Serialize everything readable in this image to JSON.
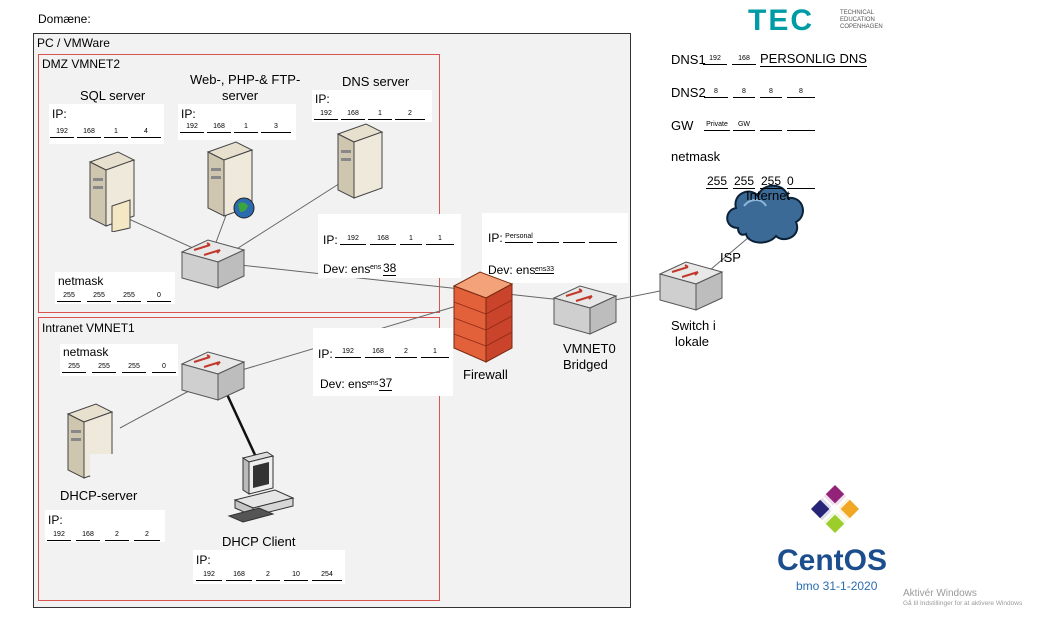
{
  "domain_label": "Domæne:",
  "pc_label": "PC / VMWare",
  "dmz": {
    "title": "DMZ VMNET2",
    "sql": {
      "title": "SQL server",
      "ip_label": "IP:",
      "ip": [
        "192",
        "168",
        "1",
        "4"
      ]
    },
    "web": {
      "title_line1": "Web-, PHP-& FTP-",
      "title_line2": "server",
      "ip_label": "IP:",
      "ip": [
        "192",
        "168",
        "1",
        "3"
      ]
    },
    "dns": {
      "title": "DNS server",
      "ip_label": "IP:",
      "ip": [
        "192",
        "168",
        "1",
        "2"
      ]
    },
    "netmask": {
      "label": "netmask",
      "value": [
        "255",
        "255",
        "255",
        "0"
      ]
    },
    "gateway": {
      "ip_label": "IP:",
      "ip": [
        "192",
        "168",
        "1",
        "1"
      ],
      "dev_label": "Dev: ens",
      "dev_small": "ens",
      "dev_num": "38"
    }
  },
  "intranet": {
    "title": "Intranet VMNET1",
    "netmask": {
      "label": "netmask",
      "value": [
        "255",
        "255",
        "255",
        "0"
      ]
    },
    "gateway": {
      "ip_label": "IP:",
      "ip": [
        "192",
        "168",
        "2",
        "1"
      ],
      "dev_label": "Dev: ens",
      "dev_small": "ens",
      "dev_num": "37"
    },
    "dhcp_server": {
      "title": "DHCP-server",
      "ip_label": "IP:",
      "ip": [
        "192",
        "168",
        "2",
        "2"
      ]
    },
    "dhcp_client": {
      "title": "DHCP Client",
      "ip_label": "IP:",
      "ip": [
        "192",
        "168",
        "2",
        "10",
        "254"
      ]
    }
  },
  "external": {
    "ip_label": "IP:",
    "ip_first": "Personal",
    "dev_label": "Dev: ens",
    "dev_small": "ens33",
    "firewall": "Firewall",
    "vmnet0_line1": "VMNET0",
    "vmnet0_line2": "Bridged",
    "switch_line1": "Switch i",
    "switch_line2": "lokale",
    "isp": "ISP",
    "internet": "Internet"
  },
  "settings": {
    "dns1_label": "DNS1",
    "dns1": [
      "192",
      "168"
    ],
    "dns1_note": "PERSONLIG DNS",
    "dns2_label": "DNS2",
    "dns2": [
      "8",
      "8",
      "8",
      "8"
    ],
    "gw_label": "GW",
    "gw": [
      "Private",
      "GW"
    ],
    "netmask_label": "netmask",
    "netmask": [
      "255",
      "255",
      "255",
      "0"
    ]
  },
  "logo_tec": {
    "text": "TEC",
    "line1": "TECHNICAL",
    "line2": "EDUCATION",
    "line3": "COPENHAGEN"
  },
  "centos": {
    "text": "CentOS",
    "credit": "bmo 31-1-2020"
  },
  "watermark": {
    "line1": "Aktivér Windows",
    "line2": "Gå til Indstillinger for at aktivere Windows"
  },
  "colors": {
    "zone_border": "#d9534f",
    "tec_teal": "#009ca6",
    "centos_blue": "#1c4d8c"
  }
}
